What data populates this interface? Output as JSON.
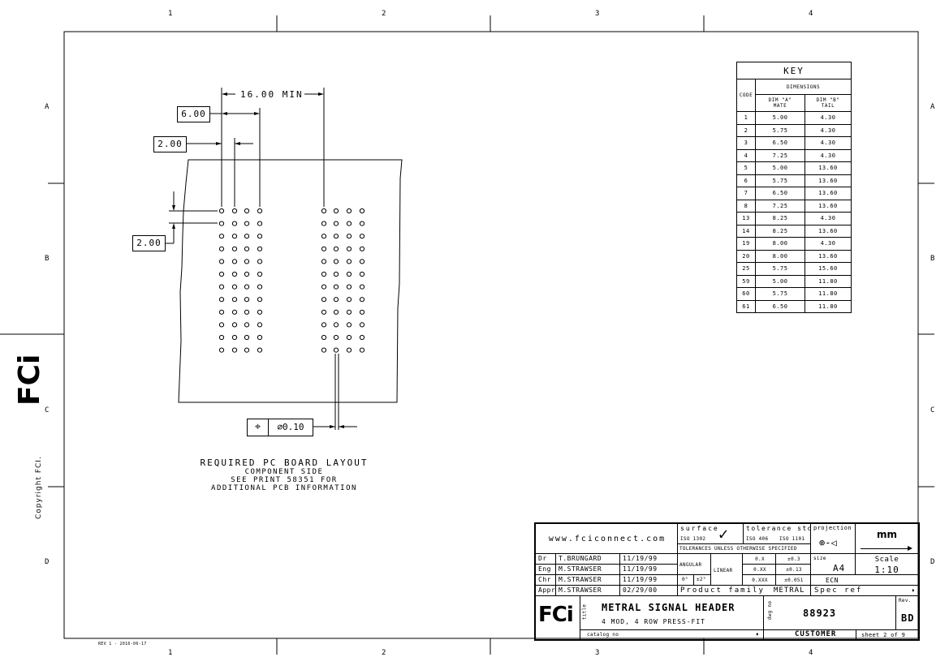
{
  "zones": {
    "columns": [
      "1",
      "2",
      "3",
      "4"
    ],
    "rows": [
      "A",
      "B",
      "C",
      "D"
    ]
  },
  "side": {
    "logo": "FCi",
    "copyright": "Copyright FCI."
  },
  "footer_rev": "REV 1 - 2016-06-17",
  "dims": {
    "min_16": "16.00 MIN",
    "d6": "6.00",
    "d2_top": "2.00",
    "d2_side": "2.00",
    "tol_symbol": "⌖",
    "tol_value": "∅0.10"
  },
  "layout_caption": {
    "line1": "REQUIRED PC BOARD LAYOUT",
    "line2": "COMPONENT SIDE",
    "line3": "SEE PRINT 58351 FOR",
    "line4": "ADDITIONAL PCB INFORMATION"
  },
  "key_table": {
    "title": "KEY",
    "code_header": "CODE",
    "dimensions_header": "DIMENSIONS",
    "dim_a": "DIM \"A\"",
    "dim_a_sub": "MATE",
    "dim_b": "DIM \"B\"",
    "dim_b_sub": "TAIL",
    "rows": [
      {
        "code": "1",
        "a": "5.00",
        "b": "4.30"
      },
      {
        "code": "2",
        "a": "5.75",
        "b": "4.30"
      },
      {
        "code": "3",
        "a": "6.50",
        "b": "4.30"
      },
      {
        "code": "4",
        "a": "7.25",
        "b": "4.30"
      },
      {
        "code": "5",
        "a": "5.00",
        "b": "13.60"
      },
      {
        "code": "6",
        "a": "5.75",
        "b": "13.60"
      },
      {
        "code": "7",
        "a": "6.50",
        "b": "13.60"
      },
      {
        "code": "8",
        "a": "7.25",
        "b": "13.60"
      },
      {
        "code": "13",
        "a": "8.25",
        "b": "4.30"
      },
      {
        "code": "14",
        "a": "8.25",
        "b": "13.60"
      },
      {
        "code": "19",
        "a": "8.00",
        "b": "4.30"
      },
      {
        "code": "20",
        "a": "8.00",
        "b": "13.60"
      },
      {
        "code": "25",
        "a": "5.75",
        "b": "15.60"
      },
      {
        "code": "59",
        "a": "5.00",
        "b": "11.80"
      },
      {
        "code": "60",
        "a": "5.75",
        "b": "11.80"
      },
      {
        "code": "61",
        "a": "6.50",
        "b": "11.80"
      }
    ]
  },
  "title_block": {
    "website": "www.fciconnect.com",
    "surface": "surface",
    "surface_std": "ISO 1302",
    "surface_mark": "✓",
    "tolerance_std": "tolerance std",
    "tol_iso1": "ISO 406",
    "tol_iso2": "ISO 1101",
    "tol_unless": "TOLERANCES UNLESS OTHERWISE SPECIFIED",
    "projection": "projection",
    "projection_symbol": "⊕-◁",
    "unit": "mm",
    "people": [
      {
        "role": "Dr",
        "name": "T.BRUNGARD",
        "date": "11/19/99"
      },
      {
        "role": "Eng",
        "name": "M.STRAWSER",
        "date": "11/19/99"
      },
      {
        "role": "Chr",
        "name": "M.STRAWSER",
        "date": "11/19/99"
      },
      {
        "role": "Appr",
        "name": "M.STRAWSER",
        "date": "02/29/00"
      }
    ],
    "angular": "ANGULAR",
    "angular_val1": "0°",
    "angular_val2": "±2°",
    "linear": "LINEAR",
    "lin_rows": [
      {
        "f": "0.X",
        "t": "±0.3"
      },
      {
        "f": "0.XX",
        "t": "±0.13"
      },
      {
        "f": "0.XXX",
        "t": "±0.051"
      }
    ],
    "size_label": "size",
    "size": "A4",
    "scale_label": "Scale",
    "scale": "1:10",
    "ecn": "ECN",
    "product_family_label": "Product family",
    "product_family": "METRAL",
    "spec_ref": "Spec ref",
    "title_label": "title",
    "title": "METRAL SIGNAL HEADER",
    "subtitle": "4 MOD, 4 ROW PRESS-FIT",
    "dwg_no_label": "dwg no",
    "dwg_no": "88923",
    "rev_label": "Rev.",
    "rev": "BD",
    "catalog_label": "catalog no",
    "customer": "CUSTOMER",
    "sheet": "sheet 2 of 9",
    "logo": "FCi"
  }
}
